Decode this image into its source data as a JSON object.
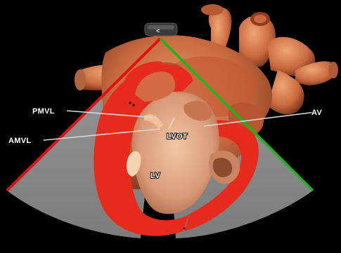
{
  "labels": {
    "pmvl": "PMVL",
    "amvl": "AMVL",
    "lvot": "LVOT",
    "av": "AV",
    "lv": "LV"
  },
  "probe_glyph": "<",
  "colors": {
    "background": "#000000",
    "sector_fill": "#8a8a8a",
    "myocardium_cut": "#e8281c",
    "heart_surface": "#c8623c",
    "left_edge_line": "#e01010",
    "right_edge_line": "#18b818",
    "leader_line": "#d8d8d8"
  }
}
